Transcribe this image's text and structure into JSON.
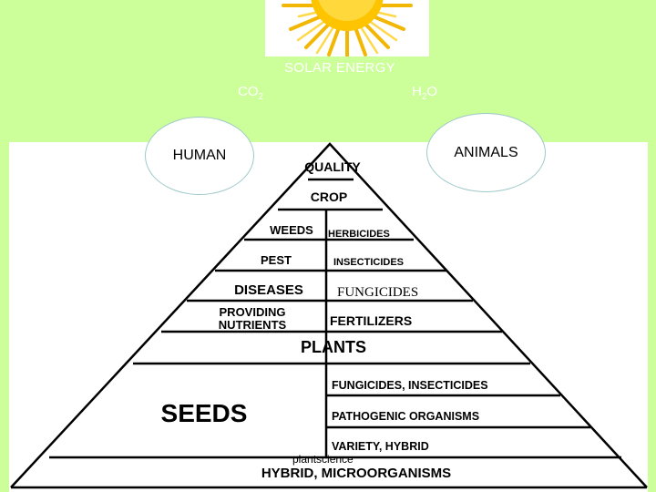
{
  "colors": {
    "background": "#ccff99",
    "panel": "#ffffff",
    "oval_border": "#9fc9c9",
    "sun": "#ffd21a"
  },
  "header": {
    "solar_energy": "SOLAR ENERGY",
    "co2": {
      "base": "CO",
      "sub": "2"
    },
    "h2o": {
      "base": "H",
      "sub": "2",
      "tail": "O"
    }
  },
  "ovals": {
    "human": "HUMAN",
    "animals": "ANIMALS"
  },
  "pyramid": {
    "quality": "QUALITY",
    "crop": "CROP",
    "weeds": "WEEDS",
    "herbicides": "HERBICIDES",
    "pest": "PEST",
    "insecticides": "INSECTICIDES",
    "diseases": "DISEASES",
    "fungicides": "FUNGICIDES",
    "providing": "PROVIDING",
    "nutrients": "NUTRIENTS",
    "fertilizers": "FERTILIZERS",
    "plants": "PLANTS",
    "seeds": "SEEDS",
    "fungicides_insecticides": "FUNGICIDES, INSECTICIDES",
    "pathogenic": "PATHOGENIC ORGANISMS",
    "variety": "VARIETY, HYBRID",
    "hybrid_micro": "HYBRID, MICROORGANISMS"
  },
  "credit": "plantscience"
}
